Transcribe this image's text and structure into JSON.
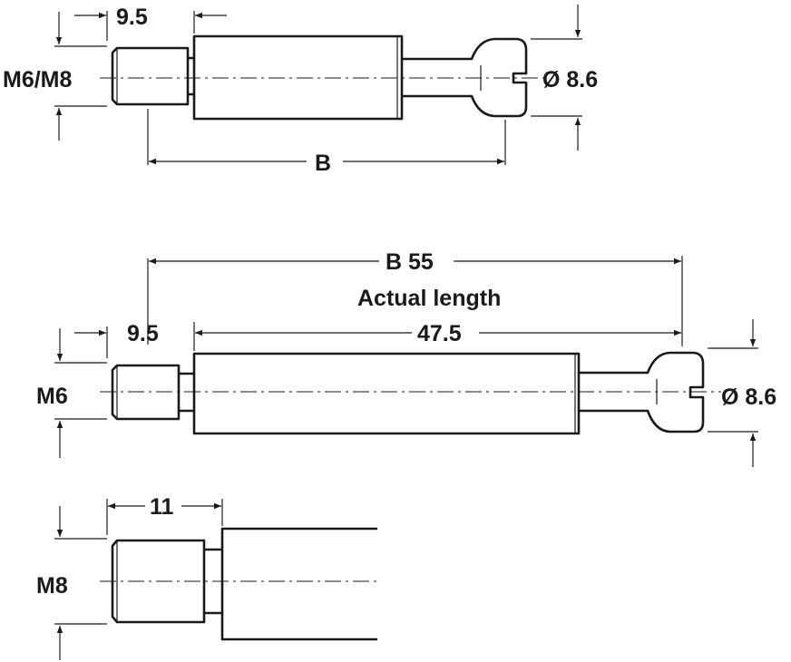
{
  "drawing_top": {
    "thread_label": "M6/M8",
    "thread_length": "9.5",
    "length_label": "B",
    "head_diameter": "Ø 8.6"
  },
  "drawing_middle": {
    "thread_label": "M6",
    "thread_length": "9.5",
    "overall_length": "B 55",
    "overall_note": "Actual length",
    "body_length": "47.5",
    "head_diameter": "Ø 8.6"
  },
  "drawing_bottom": {
    "thread_label": "M8",
    "thread_length": "11"
  }
}
